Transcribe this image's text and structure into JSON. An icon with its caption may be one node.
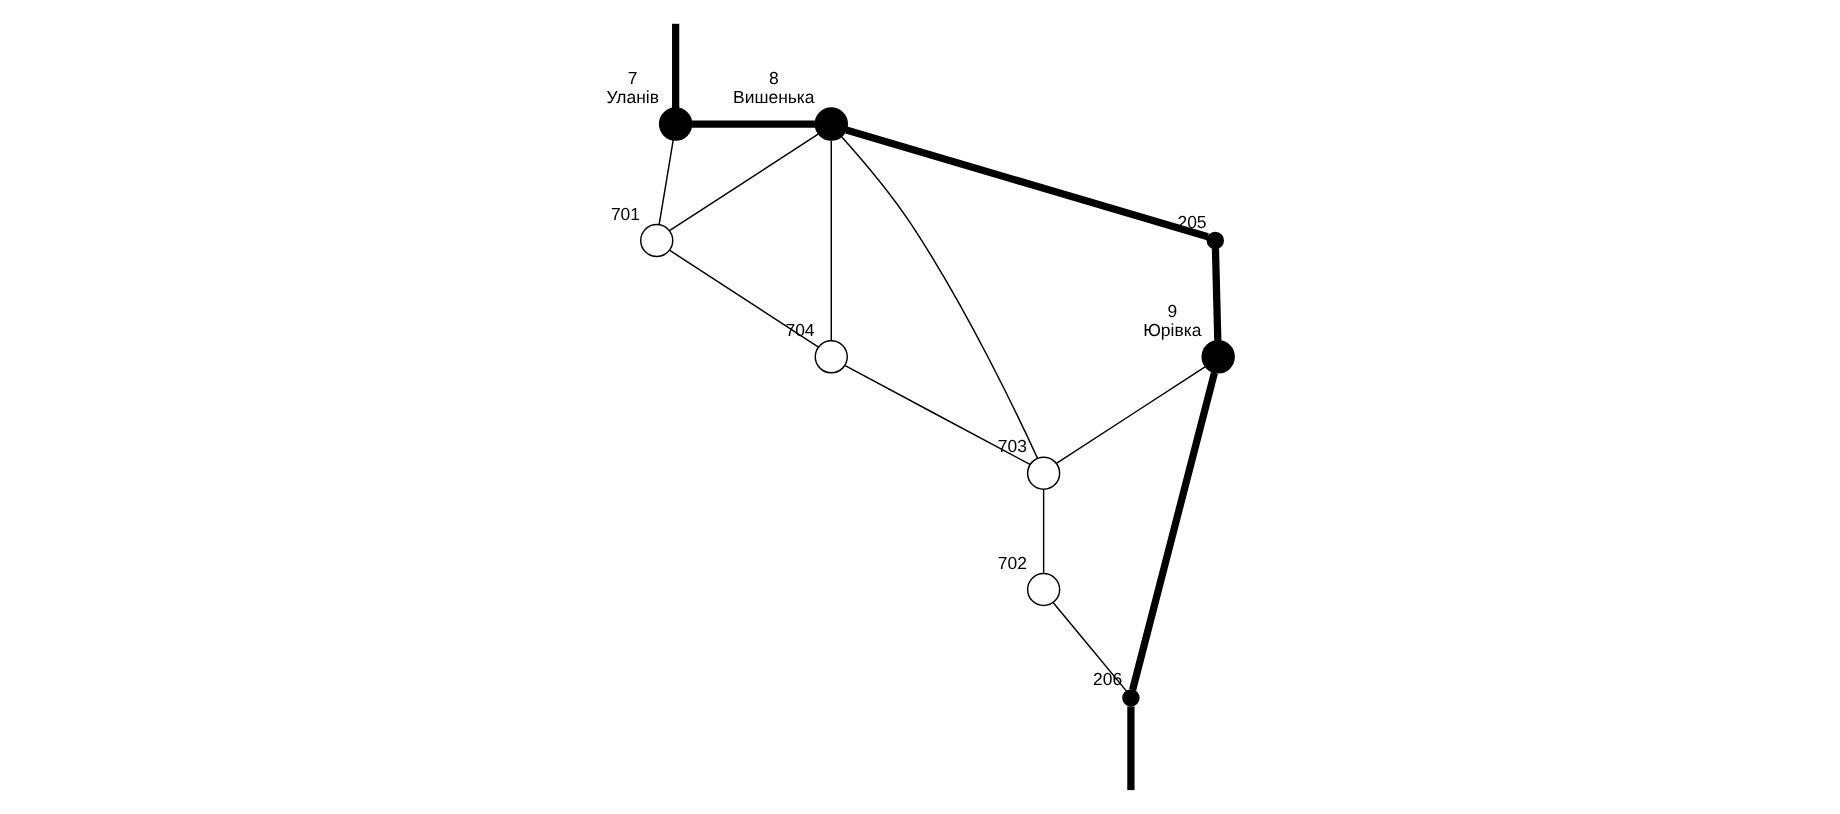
{
  "diagram": {
    "nodes": [
      {
        "text": [],
        "shape": "circle",
        "beside": [
          "7",
          "Уланів"
        ]
      },
      {
        "text": [],
        "shape": "circle",
        "beside": [
          "8",
          "Вишенька"
        ]
      },
      {
        "text": [],
        "shape": "circle",
        "beside": [
          "205"
        ]
      },
      {
        "text": [],
        "shape": "circle",
        "beside": [
          "9",
          "Юрівка"
        ]
      },
      {
        "text": [],
        "shape": "circle",
        "beside": [
          "206"
        ]
      },
      {
        "text": [],
        "shape": "circle",
        "beside": [
          "701"
        ]
      },
      {
        "text": [],
        "shape": "circle",
        "beside": [
          "704"
        ]
      },
      {
        "text": [],
        "shape": "circle",
        "beside": [
          "703"
        ]
      },
      {
        "text": [],
        "shape": "circle",
        "beside": [
          "702"
        ]
      }
    ],
    "edges": [
      {
        "from": null,
        "to": 0,
        "arrow": "none",
        "style": "thick"
      },
      {
        "from": 0,
        "to": 1,
        "arrow": "none",
        "style": "thick"
      },
      {
        "from": 1,
        "to": 2,
        "arrow": "none",
        "style": "thick"
      },
      {
        "from": 2,
        "to": 3,
        "arrow": "none",
        "style": "thick"
      },
      {
        "from": 3,
        "to": 4,
        "arrow": "none",
        "style": "thick"
      },
      {
        "from": 4,
        "to": null,
        "arrow": "none",
        "style": "thick"
      },
      {
        "from": 0,
        "to": 5,
        "arrow": "none"
      },
      {
        "from": 1,
        "to": 5,
        "arrow": "none"
      },
      {
        "from": 1,
        "to": 6,
        "arrow": "none"
      },
      {
        "from": 1,
        "to": 7,
        "arrow": "none"
      },
      {
        "from": 3,
        "to": 7,
        "arrow": "none"
      },
      {
        "from": 5,
        "to": 6,
        "arrow": "none"
      },
      {
        "from": 6,
        "to": 7,
        "arrow": "none"
      },
      {
        "from": 7,
        "to": 8,
        "arrow": "none"
      },
      {
        "from": 8,
        "to": 4,
        "arrow": "none"
      }
    ]
  }
}
